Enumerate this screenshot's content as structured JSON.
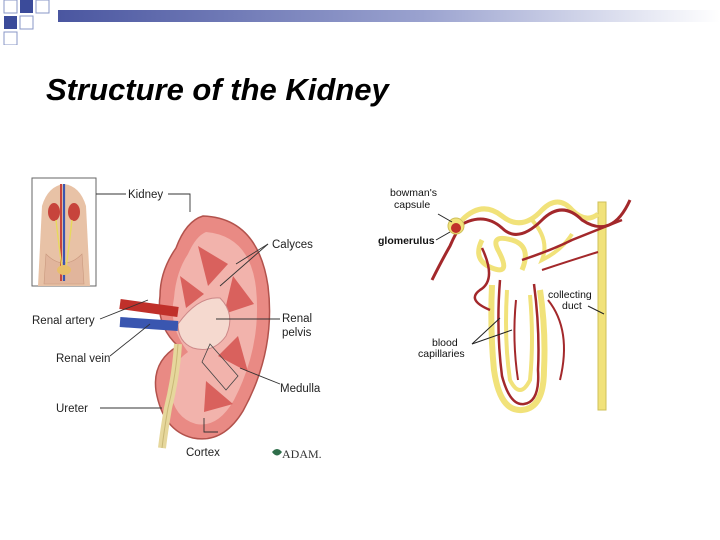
{
  "slide": {
    "title": "Structure of the Kidney"
  },
  "kidney_figure": {
    "labels": {
      "kidney": "Kidney",
      "calyces": "Calyces",
      "renal_artery": "Renal artery",
      "renal_pelvis_1": "Renal",
      "renal_pelvis_2": "pelvis",
      "renal_vein": "Renal vein",
      "ureter": "Ureter",
      "medulla": "Medulla",
      "cortex": "Cortex"
    },
    "credit": "ADAM."
  },
  "nephron_figure": {
    "labels": {
      "bowmans_1": "bowman's",
      "bowmans_2": "capsule",
      "glomerulus": "glomerulus",
      "collecting_1": "collecting",
      "collecting_2": "duct",
      "blood_1": "blood",
      "blood_2": "capillaries"
    }
  },
  "colors": {
    "accent_blue": "#3b4b9a",
    "artery_red": "#c0302a",
    "vessel_dark_red": "#a3282b",
    "tubule_yellow": "#f1e27a",
    "kidney_pink": "#e98a84"
  }
}
